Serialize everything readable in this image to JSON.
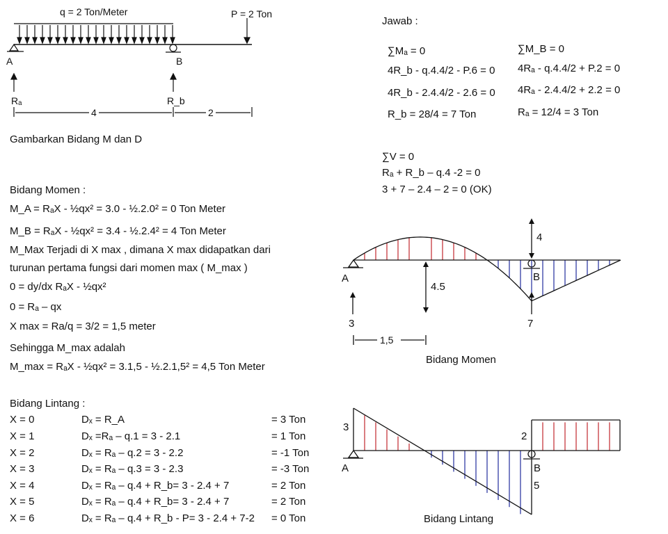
{
  "beam": {
    "q_label": "q = 2 Ton/Meter",
    "p_label": "P = 2 Ton",
    "support_a": "A",
    "support_b": "B",
    "ra": "Rₐ",
    "rb": "R_b",
    "span_ab": "4",
    "span_bc": "2"
  },
  "task": "Gambarkan Bidang M dan D",
  "solution": {
    "heading": "Jawab :",
    "ma_lines": [
      "∑Mₐ = 0",
      "4R_b - q.4.4/2 - P.6 = 0",
      "4R_b - 2.4.4/2 - 2.6 = 0",
      "R_b = 28/4 = 7 Ton"
    ],
    "mb_lines": [
      "∑M_B = 0",
      "4Rₐ - q.4.4/2 + P.2 = 0",
      "4Rₐ - 2.4.4/2 + 2.2 = 0",
      "Rₐ = 12/4 = 3 Ton"
    ],
    "v_lines": [
      "∑V = 0",
      "Rₐ + R_b – q.4 -2 = 0",
      "3 + 7 – 2.4 – 2 = 0  (OK)"
    ]
  },
  "moment": {
    "heading": "Bidang Momen :",
    "lines": [
      "M_A     = RₐX - ½qx² = 3.0 - ½.2.0² = 0 Ton Meter",
      "M_B     = RₐX - ½qx² = 3.4 - ½.2.4² = 4 Ton Meter",
      "M_Max Terjadi di X max , dimana X max didapatkan dari",
      "turunan pertama fungsi dari momen max ( M_max )",
      "0        = dy/dx RₐX - ½qx²",
      "0        = Rₐ – qx",
      "X max   = Ra/q = 3/2 = 1,5 meter",
      "Sehingga M_max adalah",
      "M_max  = RₐX - ½qx² = 3.1,5 - ½.2.1,5² = 4,5 Ton Meter"
    ]
  },
  "shear": {
    "heading": "Bidang Lintang :",
    "rows": [
      {
        "x": "X = 0",
        "d": "Dₓ = R_A",
        "r": "= 3 Ton"
      },
      {
        "x": "X = 1",
        "d": "Dₓ =Rₐ – q.1 = 3 - 2.1",
        "r": "= 1 Ton"
      },
      {
        "x": "X = 2",
        "d": "Dₓ = Rₐ – q.2 = 3 - 2.2",
        "r": "= -1 Ton"
      },
      {
        "x": "X = 3",
        "d": "Dₓ = Rₐ – q.3 = 3 - 2.3",
        "r": "= -3 Ton"
      },
      {
        "x": "X = 4",
        "d": "Dₓ = Rₐ – q.4 + R_b= 3 - 2.4 + 7",
        "r": "= 2 Ton"
      },
      {
        "x": "X = 5",
        "d": "Dₓ = Rₐ – q.4 + R_b= 3 - 2.4 + 7",
        "r": "= 2 Ton"
      },
      {
        "x": "X = 6",
        "d": "Dₓ = Rₐ – q.4 + R_b - P= 3 - 2.4 + 7-2",
        "r": "= 0 Ton"
      }
    ]
  },
  "moment_diagram": {
    "title": "Bidang Momen",
    "a": "A",
    "b": "B",
    "ra": "3",
    "rb": "7",
    "max_label": "4.5",
    "b_label": "4",
    "xmax_label": "1,5"
  },
  "shear_diagram": {
    "title": "Bidang Lintang",
    "a": "A",
    "b": "B",
    "left_label": "3",
    "b_left_label": "5",
    "b_right_label": "2"
  },
  "colors": {
    "positive": "#c0262d",
    "negative": "#1f2a9c",
    "line": "#111111"
  }
}
